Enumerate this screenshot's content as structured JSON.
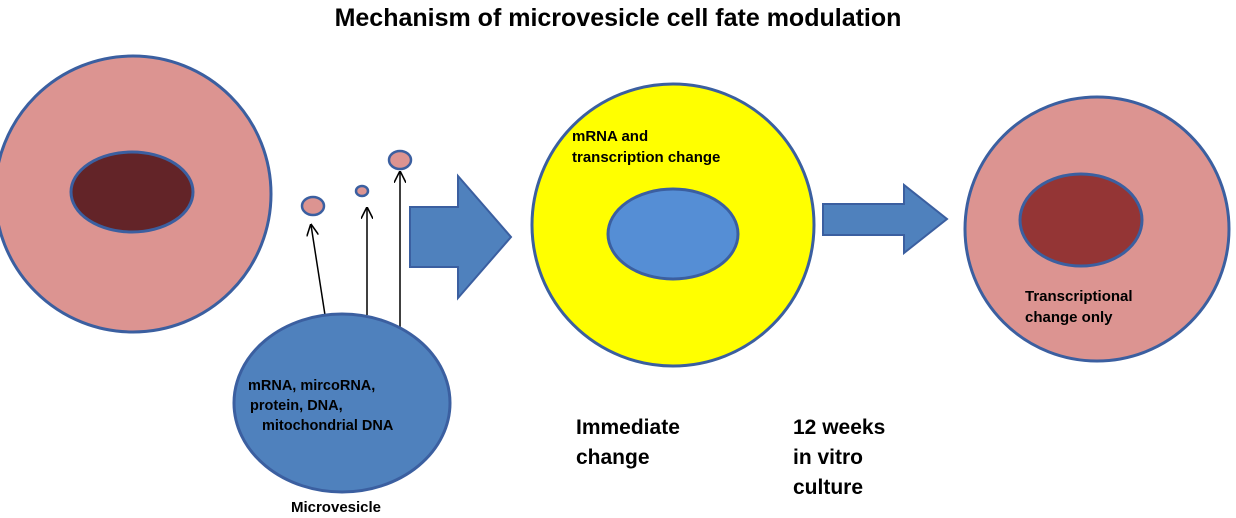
{
  "title": "Mechanism of microvesicle cell fate modulation",
  "labels": {
    "microvesicle_contents": [
      "mRNA, mircoRNA,",
      "protein, DNA,",
      "mitochondrial DNA"
    ],
    "microvesicle": "Microvesicle",
    "middle_cell_text": [
      "mRNA and",
      "transcription change"
    ],
    "immediate_change": [
      "Immediate",
      "change"
    ],
    "culture_time": [
      "12 weeks",
      "in vitro",
      "culture"
    ],
    "right_cell_text": [
      "Transcriptional",
      "change only"
    ]
  },
  "colors": {
    "cell_pink": "#dc9491",
    "nucleus_dark": "#632428",
    "nucleus_red": "#943535",
    "cell_yellow": "#ffff00",
    "nucleus_blue": "#558ed5",
    "microvesicle_blue": "#4f81bd",
    "outline": "#3b5fa0",
    "arrow_fill": "#4f81bd"
  }
}
